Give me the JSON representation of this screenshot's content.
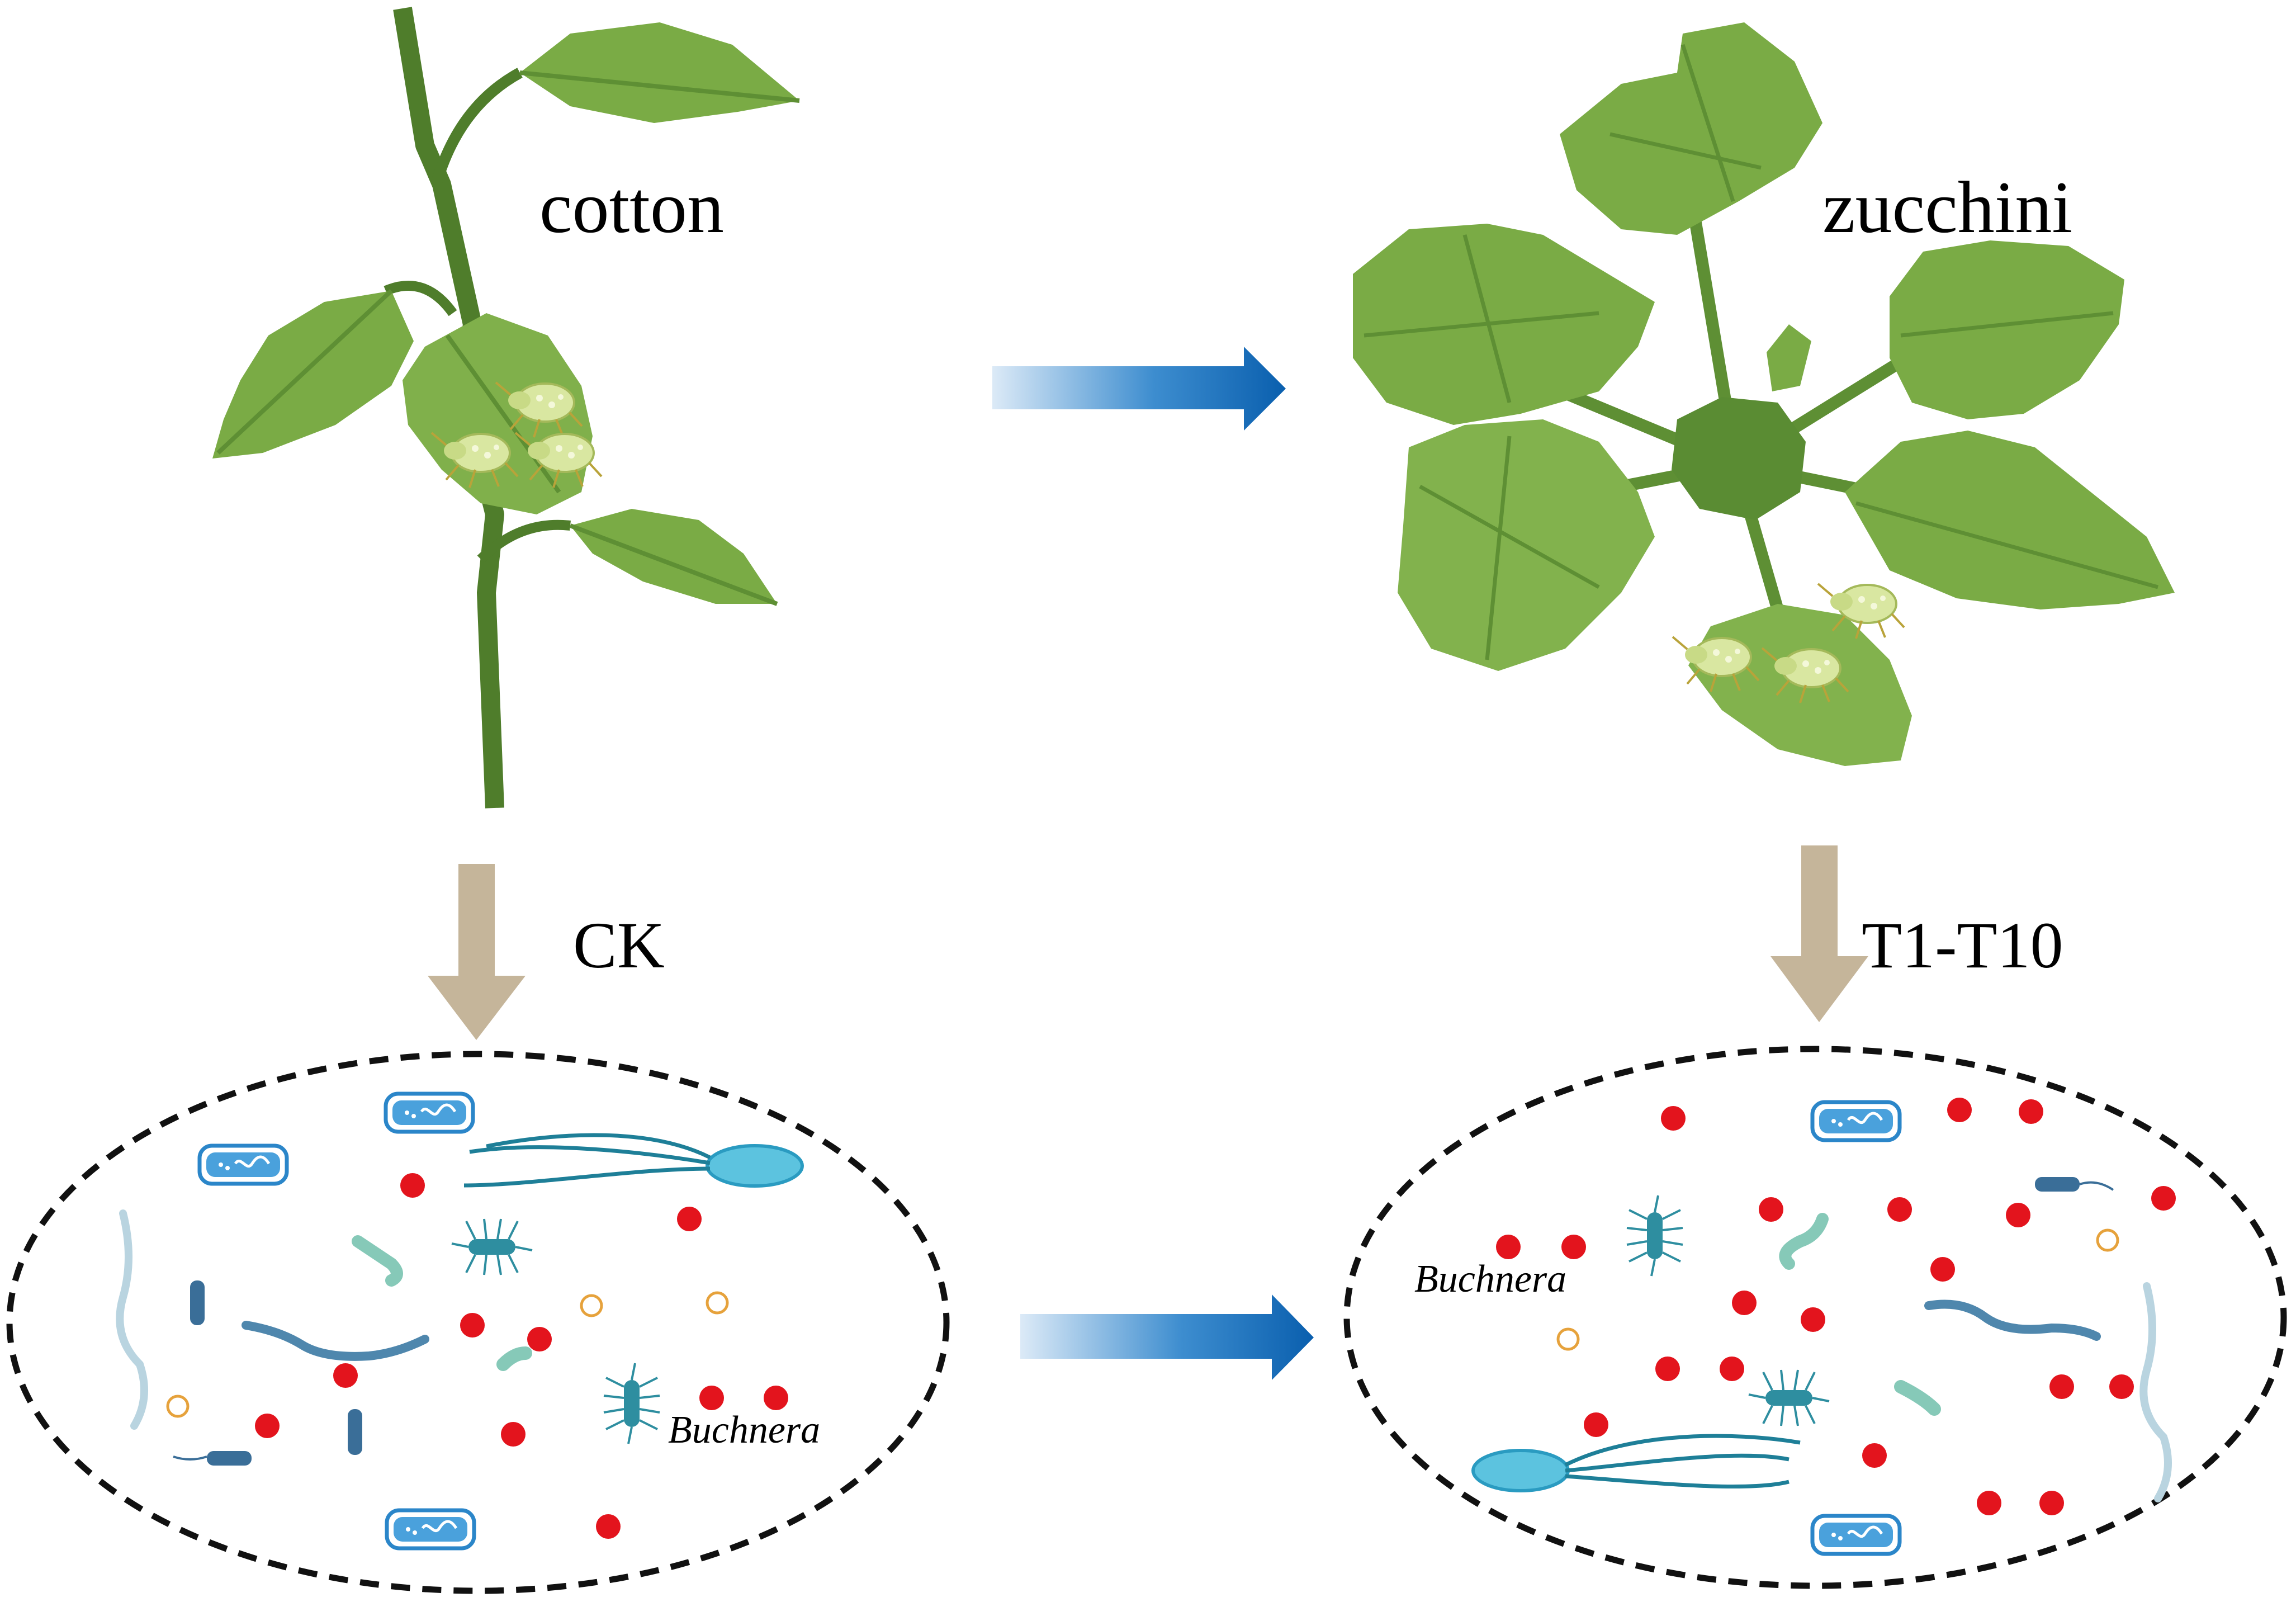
{
  "diagram": {
    "source_plant": {
      "label": "cotton"
    },
    "target_plant": {
      "label": "zucchini"
    },
    "control_group": {
      "label": "CK"
    },
    "treatment_group": {
      "label": "T1-T10"
    },
    "left_community": {
      "symbiont_label": "Buchnera"
    },
    "right_community": {
      "symbiont_label": "Buchnera"
    }
  },
  "icons": {
    "host_transfer_arrow": "gradient-arrow-right-icon",
    "community_shift_arrow": "gradient-arrow-right-icon",
    "sampling_arrow": "down-arrow-icon",
    "aphid": "aphid-icon",
    "bacteria": "bacterium-icon"
  },
  "colors": {
    "leaf_green": "#7aab45",
    "stem_green": "#4f7d2b",
    "arrow_blue": "#0a67b5",
    "arrow_tan": "#c5b59a",
    "buchnera_red": "#e3141d",
    "bacterium_teal": "#2e8ea0"
  }
}
